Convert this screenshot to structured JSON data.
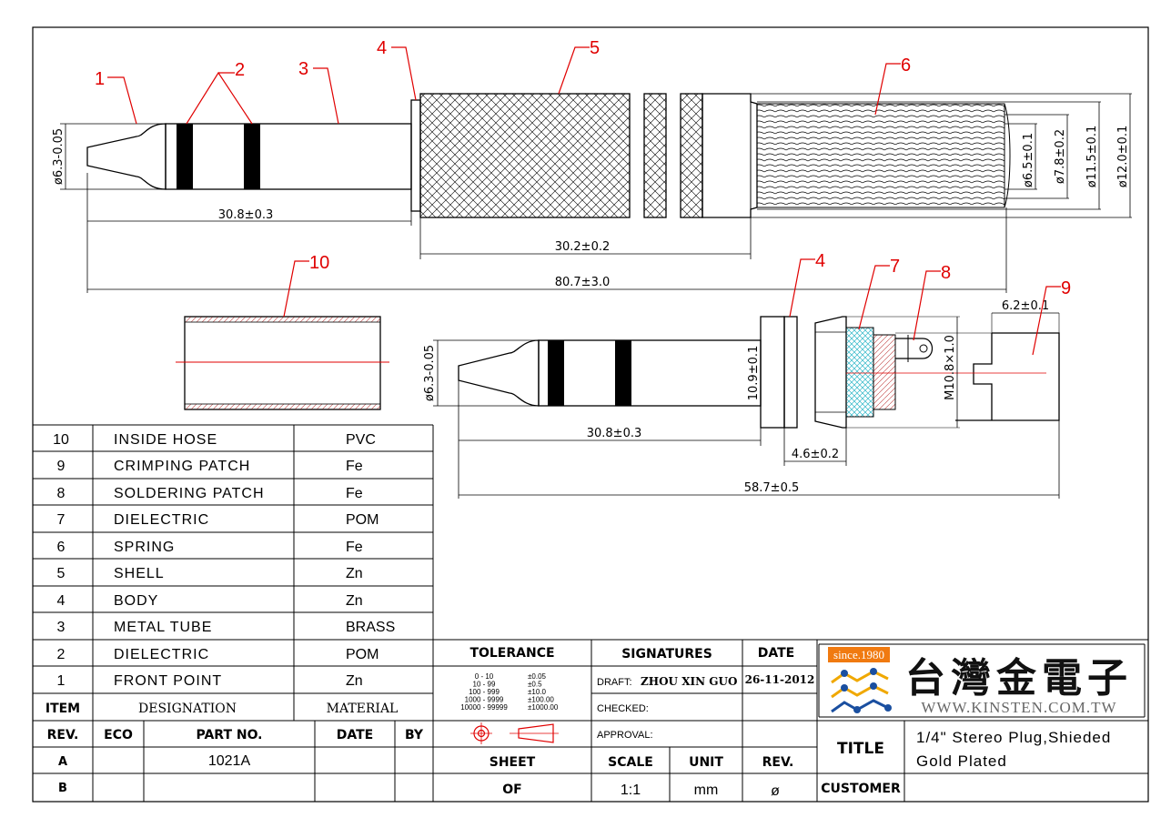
{
  "drawing": {
    "title_block": {
      "title_label": "TITLE",
      "title_line1": "1/4\" Stereo Plug,Shieded",
      "title_line2": "Gold Plated",
      "customer_label": "CUSTOMER",
      "company_name": "台灣金電子",
      "company_url": "WWW.KINSTEN.COM.TW",
      "since_badge": "since.1980",
      "tolerance_label": "TOLERANCE",
      "tolerance_rows": [
        [
          "0 - 10",
          "±0.05"
        ],
        [
          "10 - 99",
          "±0.5"
        ],
        [
          "100 - 999",
          "±10.0"
        ],
        [
          "1000 - 9999",
          "±100.00"
        ],
        [
          "10000 - 99999",
          "±1000.00"
        ]
      ],
      "signatures_label": "SIGNATURES",
      "date_label": "DATE",
      "draft_label": "DRAFT:",
      "draft_name": "ZHOU XIN GUO",
      "draft_date": "26-11-2012",
      "checked_label": "CHECKED:",
      "approval_label": "APPROVAL:",
      "sheet_label": "SHEET",
      "of_label": "OF",
      "scale_label": "SCALE",
      "scale_value": "1:1",
      "unit_label": "UNIT",
      "unit_value": "mm",
      "rev_label": "REV.",
      "rev_value": "ø"
    },
    "revision_table": {
      "headers": [
        "REV.",
        "ECO",
        "PART NO.",
        "DATE",
        "BY"
      ],
      "rows": [
        [
          "A",
          "",
          "1021A",
          "",
          ""
        ],
        [
          "B",
          "",
          "",
          "",
          ""
        ]
      ]
    },
    "bom": {
      "headers": [
        "ITEM",
        "DESIGNATION",
        "MATERIAL"
      ],
      "rows": [
        [
          "10",
          "INSIDE HOSE",
          "PVC"
        ],
        [
          "9",
          "CRIMPING PATCH",
          "Fe"
        ],
        [
          "8",
          "SOLDERING PATCH",
          "Fe"
        ],
        [
          "7",
          "DIELECTRIC",
          "POM"
        ],
        [
          "6",
          "SPRING",
          "Fe"
        ],
        [
          "5",
          "SHELL",
          "Zn"
        ],
        [
          "4",
          "BODY",
          "Zn"
        ],
        [
          "3",
          "METAL TUBE",
          "BRASS"
        ],
        [
          "2",
          "DIELECTRIC",
          "POM"
        ],
        [
          "1",
          "FRONT POINT",
          "Zn"
        ]
      ]
    },
    "callouts": [
      "1",
      "2",
      "3",
      "4",
      "5",
      "6",
      "10",
      "4",
      "7",
      "8",
      "9"
    ],
    "dimensions": {
      "tip_dia_top": "ø6.3-0.05",
      "tip_len_top": "30.8±0.3",
      "shell_len": "30.2±0.2",
      "total_len": "80.7±3.0",
      "spring_dia": "ø6.5±0.1",
      "d78": "ø7.8±0.2",
      "d115": "ø11.5±0.1",
      "d120": "ø12.0±0.1",
      "tip_dia_bottom": "ø6.3-0.05",
      "body_dia": "10.9±0.1",
      "thread": "M10.8×1.0",
      "crimp_width": "6.2±0.1",
      "tip_len_bottom": "30.8±0.3",
      "body_len": "4.6±0.2",
      "bottom_total": "58.7±0.5"
    }
  }
}
